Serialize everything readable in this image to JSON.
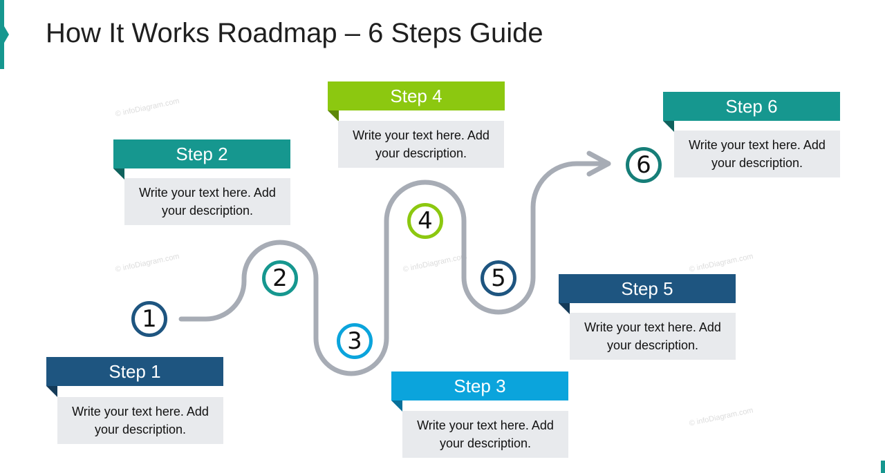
{
  "title": "How It Works Roadmap – 6 Steps Guide",
  "watermark": "© infoDiagram.com",
  "colors": {
    "path": "#a7acb5",
    "navy": "#1e5580",
    "teal": "#16978f",
    "sky": "#0ba4dc",
    "lime": "#8cc810",
    "body_bg": "#e8eaed"
  },
  "markers": [
    {
      "number": "1",
      "color": "#1e5580"
    },
    {
      "number": "2",
      "color": "#16978f"
    },
    {
      "number": "3",
      "color": "#0ba4dc"
    },
    {
      "number": "4",
      "color": "#8cc810"
    },
    {
      "number": "5",
      "color": "#1e5580"
    },
    {
      "number": "6",
      "color": "#167e78"
    }
  ],
  "steps": [
    {
      "label": "Step 1",
      "text": "Write your text here. Add your description.",
      "color": "#1e5580",
      "fold": "#143a58"
    },
    {
      "label": "Step 2",
      "text": "Write your text here. Add your description.",
      "color": "#16978f",
      "fold": "#0f625d"
    },
    {
      "label": "Step 3",
      "text": "Write your text here. Add your description.",
      "color": "#0ba4dc",
      "fold": "#07709a"
    },
    {
      "label": "Step 4",
      "text": "Write your text here. Add your description.",
      "color": "#8cc810",
      "fold": "#5d870a"
    },
    {
      "label": "Step 5",
      "text": "Write your text here. Add your description.",
      "color": "#1e5580",
      "fold": "#143a58"
    },
    {
      "label": "Step 6",
      "text": "Write your text here. Add your description.",
      "color": "#16978f",
      "fold": "#0f625d"
    }
  ]
}
